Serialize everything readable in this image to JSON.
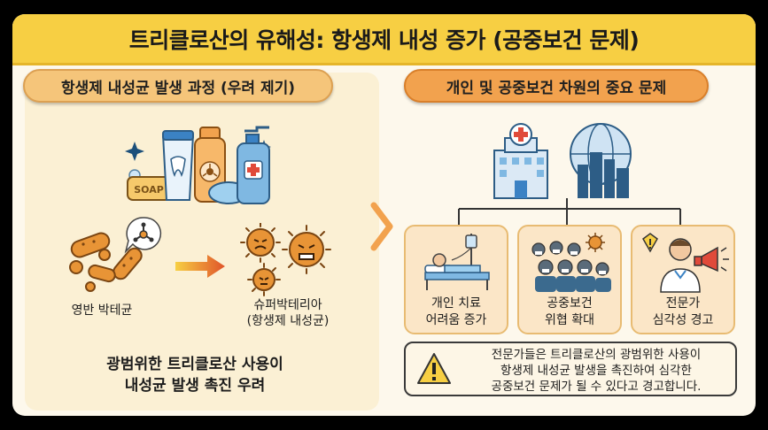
{
  "title": "트리클로산의 유해성: 항생제 내성 증가 (공중보건 문제)",
  "left": {
    "header": "항생제 내성균 발생 과정 (우려 제기)",
    "soap_text": "SOAP",
    "bacteria_label": "영반 박테균",
    "superbug_label_1": "슈퍼박테리아",
    "superbug_label_2": "(항생제 내성균)",
    "summary_1": "광범위한 트리클로산 사용이",
    "summary_2": "내성균 발생 촉진 우려"
  },
  "right": {
    "header": "개인 및 공중보건 차원의 중요 문제",
    "cards": [
      {
        "line1": "개인 치료",
        "line2": "어려움 증가"
      },
      {
        "line1": "공중보건",
        "line2": "위협 확대"
      },
      {
        "line1": "전문가",
        "line2": "심각성 경고"
      }
    ],
    "warning_lines": [
      "전문가들은 트리클로산의 광범위한 사용이",
      "항생제 내성균 발생을 촉진하여 심각한",
      "공중보건 문제가 될 수 있다고 경고합니다."
    ]
  },
  "colors": {
    "title_bg": "#f7cf43",
    "accent_orange": "#f2a24e",
    "bacteria_orange": "#e89436",
    "card_bg": "#fbe6c7"
  }
}
